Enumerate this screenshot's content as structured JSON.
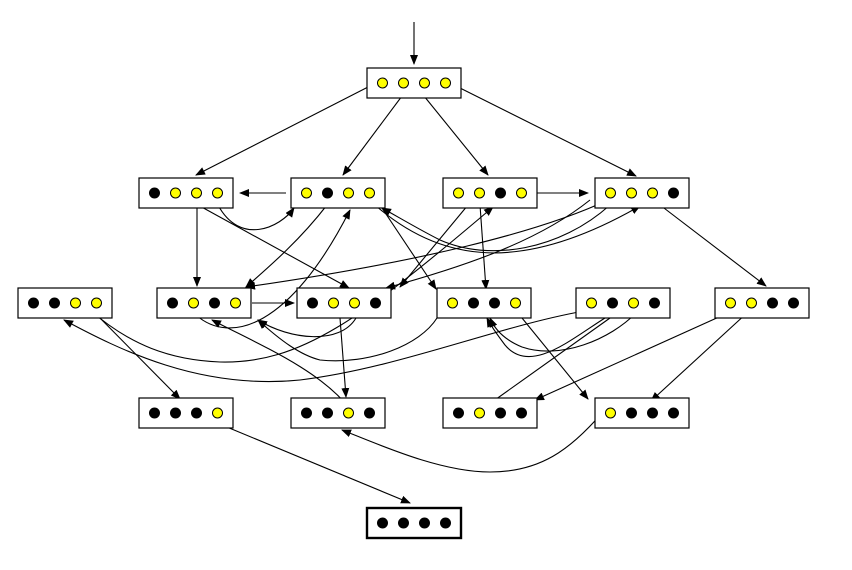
{
  "colors": {
    "on": "#ffff00",
    "off": "#000000",
    "line": "#000000",
    "background": "#ffffff"
  },
  "nodes": [
    {
      "id": "n1111",
      "states": [
        1,
        1,
        1,
        1
      ]
    },
    {
      "id": "n0111",
      "states": [
        0,
        1,
        1,
        1
      ]
    },
    {
      "id": "n1011",
      "states": [
        1,
        0,
        1,
        1
      ]
    },
    {
      "id": "n1101",
      "states": [
        1,
        1,
        0,
        1
      ]
    },
    {
      "id": "n1110",
      "states": [
        1,
        1,
        1,
        0
      ]
    },
    {
      "id": "n0011",
      "states": [
        0,
        0,
        1,
        1
      ]
    },
    {
      "id": "n0101",
      "states": [
        0,
        1,
        0,
        1
      ]
    },
    {
      "id": "n0110",
      "states": [
        0,
        1,
        1,
        0
      ]
    },
    {
      "id": "n1001",
      "states": [
        1,
        0,
        0,
        1
      ]
    },
    {
      "id": "n1010",
      "states": [
        1,
        0,
        1,
        0
      ]
    },
    {
      "id": "n1100",
      "states": [
        1,
        1,
        0,
        0
      ]
    },
    {
      "id": "n0001",
      "states": [
        0,
        0,
        0,
        1
      ]
    },
    {
      "id": "n0010",
      "states": [
        0,
        0,
        1,
        0
      ]
    },
    {
      "id": "n0100",
      "states": [
        0,
        1,
        0,
        0
      ]
    },
    {
      "id": "n1000",
      "states": [
        1,
        0,
        0,
        0
      ]
    },
    {
      "id": "n0000",
      "states": [
        0,
        0,
        0,
        0
      ],
      "final": true
    }
  ]
}
